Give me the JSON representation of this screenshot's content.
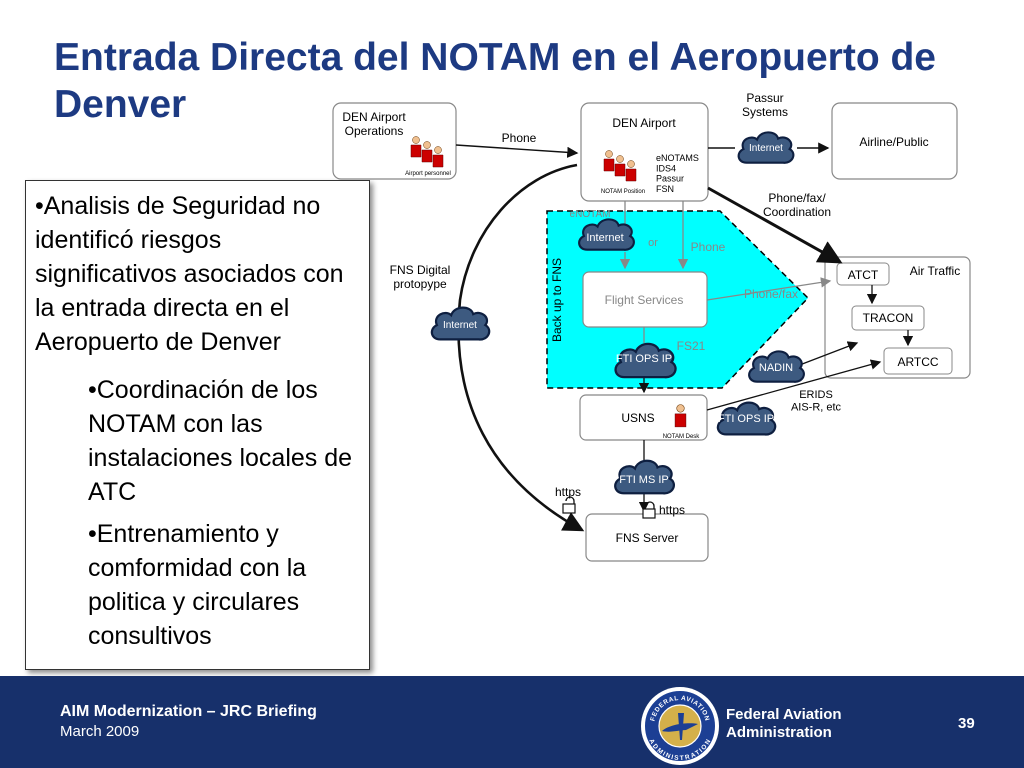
{
  "slide": {
    "title": "Entrada Directa del NOTAM en el Aeropuerto de Denver",
    "bullets": [
      "•Analisis de Seguridad no identificó riesgos significativos asociados con la entrada directa en el Aeropuerto de Denver",
      "•Coordinación de los NOTAM con las instalaciones locales de ATC",
      "•Entrenamiento y comformidad con la politica y circulares consultivos"
    ]
  },
  "diagram": {
    "den_ops_title": "DEN Airport\nOperations",
    "airport_personnel": "Airport personnel",
    "den_airport_title": "DEN Airport",
    "notam_position": "NOTAM Position",
    "den_systems": "eNOTAMS\nIDS4\nPassur\nFSN",
    "passur_systems": "Passur\nSystems",
    "airline_public": "Airline/Public",
    "phone": "Phone",
    "phone_fax_coordination": "Phone/fax/\nCoordination",
    "fns_digital": "FNS Digital\nprotopype",
    "enotam": "eNOTAM",
    "or": "or",
    "phone_fs": "Phone",
    "flight_services": "Flight Services",
    "phone_fax": "Phone/fax",
    "back_up": "Back up to FNS",
    "fs21": "FS21",
    "usns": "USNS",
    "notam_desk": "NOTAM Desk",
    "erids": "ERIDS\nAIS-R, etc",
    "air_traffic": "Air Traffic",
    "atct": "ATCT",
    "tracon": "TRACON",
    "artcc": "ARTCC",
    "https_left": "https",
    "https_right": "https",
    "fns_server": "FNS Server",
    "clouds": {
      "internet_top": "Internet",
      "internet_fs": "Internet",
      "internet_left": "Internet",
      "fti_ops_fs": "FTI OPS IP",
      "nadin": "NADIN",
      "fti_ops_usns": "FTI OPS IP",
      "fti_ms": "FTI MS IP"
    }
  },
  "footer": {
    "title": "AIM Modernization – JRC Briefing",
    "date": "March 2009",
    "agency": "Federal Aviation\nAdministration",
    "seal_top": "FEDERAL AVIATION",
    "seal_bottom": "ADMINISTRATION",
    "page": "39"
  },
  "colors": {
    "title": "#1d3a82",
    "footer": "#17306b",
    "cyan_region": "#00ffff",
    "cloud": "#3d5a80",
    "person": "#cc0000"
  }
}
